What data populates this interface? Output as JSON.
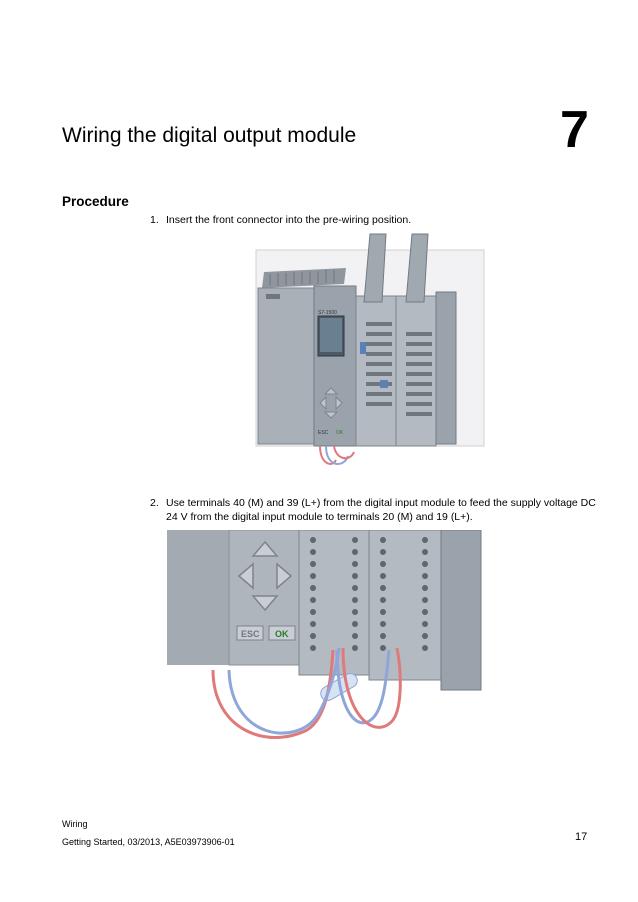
{
  "header": {
    "chapter_title": "Wiring the digital output module",
    "chapter_number": "7"
  },
  "section": {
    "heading": "Procedure"
  },
  "steps": [
    {
      "number": "1.",
      "text": "Insert the front connector into the pre-wiring position."
    },
    {
      "number": "2.",
      "text": "Use terminals 40 (M) and 39 (L+) from the digital input module to feed the supply voltage DC 24 V from the digital input module to terminals 20 (M) and 19 (L+)."
    }
  ],
  "figures": {
    "fig1_module_label": "S7-1500",
    "fig1_keys": [
      "ESC",
      "OK"
    ],
    "fig2_keys": [
      "ESC",
      "OK"
    ]
  },
  "footer": {
    "line1": "Wiring",
    "line2": "Getting Started, 03/2013, A5E03973906-01",
    "page_number": "17"
  },
  "colors": {
    "module_body": "#a7aeb6",
    "module_dark": "#7e868f",
    "wire_red": "#e07a7a",
    "wire_blue": "#8fa6d8"
  }
}
